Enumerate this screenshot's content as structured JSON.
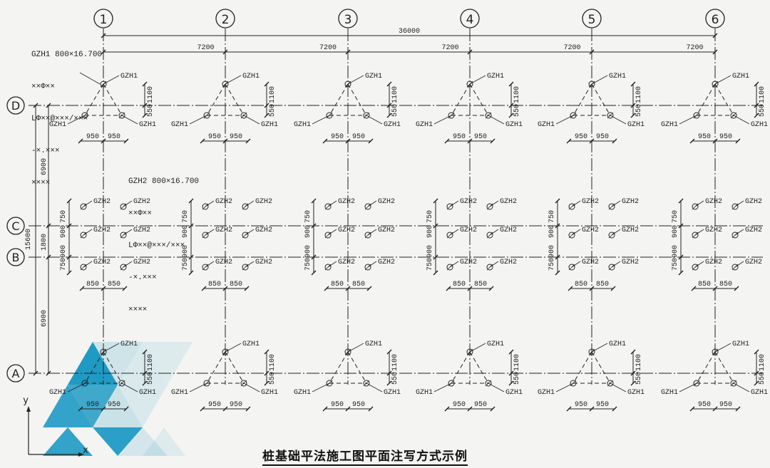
{
  "caption": "桩基础平法施工图平面注写方式示例",
  "columns": [
    "1",
    "2",
    "3",
    "4",
    "5",
    "6"
  ],
  "rows": [
    "D",
    "C",
    "B",
    "A"
  ],
  "dimensions": {
    "total_horizontal": "36000",
    "bay_horizontal": "7200",
    "total_vertical": "15600",
    "bay_DC": "6900",
    "bay_CB": "1800",
    "bay_BA": "6900",
    "gzh1_offset_up": "1100",
    "gzh1_offset_down": "550",
    "gzh1_half_width": "950",
    "gzh2_spacing_a": "750",
    "gzh2_spacing_b": "900",
    "gzh2_half_width": "850"
  },
  "pile_labels": {
    "type1": "GZH1",
    "type2": "GZH2"
  },
  "annotations": {
    "gzh1": [
      "GZH1 800×16.700",
      "××Φ××",
      "LΦ××@×××/×××",
      "-×.×××",
      "××××"
    ],
    "gzh2": [
      "GZH2 800×16.700",
      "××Φ××",
      "LΦ××@×××/×××",
      "-×.×××",
      "××××"
    ]
  },
  "axis_labels": {
    "x": "x",
    "y": "y"
  },
  "colors": {
    "line": "#222222",
    "paper": "#f4f4f2",
    "watermark": "#1f9ac4"
  }
}
